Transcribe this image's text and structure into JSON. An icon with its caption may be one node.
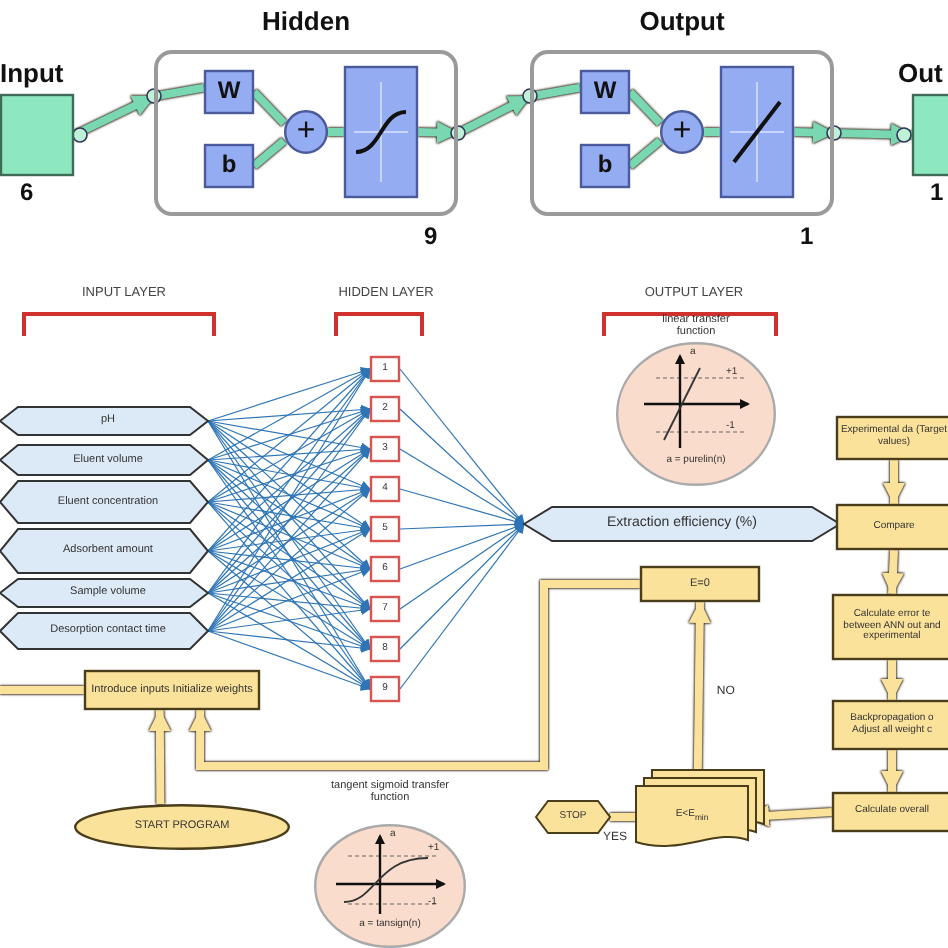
{
  "diagram": {
    "nodes": [
      {
        "text": [
          "Input"
        ],
        "beside": [
          "6"
        ]
      },
      {
        "text": [
          "Hidden"
        ],
        "beside": [
          "9"
        ]
      },
      {
        "text": [
          "W"
        ],
        "in": 1
      },
      {
        "text": [
          "b"
        ],
        "in": 1
      },
      {
        "text": [
          "+"
        ],
        "in": 1
      },
      {
        "text": [],
        "shape": "box",
        "in": 1
      },
      {
        "text": [
          "Output"
        ],
        "beside": [
          "1"
        ]
      },
      {
        "text": [
          "W"
        ],
        "in": 6
      },
      {
        "text": [
          "b"
        ],
        "in": 6
      },
      {
        "text": [
          "+"
        ],
        "in": 6
      },
      {
        "text": [],
        "shape": "box",
        "in": 6
      },
      {
        "text": [
          "Out"
        ],
        "beside": [
          "1"
        ]
      },
      {
        "text": [
          "pH"
        ]
      },
      {
        "text": [
          "Eluent volume"
        ]
      },
      {
        "text": [
          "Eluent concentration"
        ]
      },
      {
        "text": [
          "Adsorbent amount"
        ]
      },
      {
        "text": [
          "Sample volume"
        ]
      },
      {
        "text": [
          "Desorption contact time"
        ]
      },
      {
        "text": [
          "1"
        ]
      },
      {
        "text": [
          "2"
        ]
      },
      {
        "text": [
          "3"
        ]
      },
      {
        "text": [
          "4"
        ]
      },
      {
        "text": [
          "5"
        ]
      },
      {
        "text": [
          "6"
        ]
      },
      {
        "text": [
          "7"
        ]
      },
      {
        "text": [
          "8"
        ]
      },
      {
        "text": [
          "9"
        ]
      },
      {
        "text": [
          "linear transfer function",
          "a",
          "+1",
          "-1",
          "a = purelin(n)"
        ]
      },
      {
        "text": [
          "Extraction efficiency (%)"
        ]
      },
      {
        "text": [
          "Experimental da (Target values)"
        ]
      },
      {
        "text": [
          "Compare"
        ]
      },
      {
        "text": [
          "Calculate error te between ANN out and experimental"
        ]
      },
      {
        "text": [
          "Backpropagation o Adjust all weight c"
        ]
      },
      {
        "text": [
          "Calculate overall"
        ]
      },
      {
        "text": [
          "E<E$_{min}$"
        ]
      },
      {
        "text": [
          "E=0"
        ]
      },
      {
        "text": [
          "STOP"
        ]
      },
      {
        "text": [
          "Introduce inputs Initialize weights"
        ]
      },
      {
        "text": [
          "START PROGRAM"
        ]
      },
      {
        "text": [
          "tangent sigmoid transfer function",
          "a",
          "+1",
          "-1",
          "a = tansign(n)"
        ]
      }
    ],
    "edges": [
      {
        "from": 0,
        "to": 1,
        "arrow": "to",
        "style": "thick",
        "color": "#79d8b1"
      },
      {
        "from": 2,
        "to": 4,
        "arrow": "none",
        "style": "thick",
        "color": "#79d8b1"
      },
      {
        "from": 3,
        "to": 4,
        "arrow": "none",
        "style": "thick",
        "color": "#79d8b1"
      },
      {
        "from": 4,
        "to": 5,
        "arrow": "none",
        "style": "thick",
        "color": "#79d8b1"
      },
      {
        "from": 1,
        "to": 6,
        "arrow": "to",
        "style": "thick",
        "color": "#79d8b1"
      },
      {
        "from": 7,
        "to": 9,
        "arrow": "none",
        "style": "thick",
        "color": "#79d8b1"
      },
      {
        "from": 8,
        "to": 9,
        "arrow": "none",
        "style": "thick",
        "color": "#79d8b1"
      },
      {
        "from": 9,
        "to": 10,
        "arrow": "none",
        "style": "thick",
        "color": "#79d8b1"
      },
      {
        "from": 6,
        "to": 11,
        "arrow": "to",
        "style": "thick",
        "color": "#79d8b1"
      },
      {
        "from": 12,
        "to": 18,
        "arrow": "to"
      },
      {
        "from": 12,
        "to": 19,
        "arrow": "to"
      },
      {
        "from": 12,
        "to": 20,
        "arrow": "to"
      },
      {
        "from": 12,
        "to": 21,
        "arrow": "to"
      },
      {
        "from": 12,
        "to": 22,
        "arrow": "to"
      },
      {
        "from": 12,
        "to": 23,
        "arrow": "to"
      },
      {
        "from": 12,
        "to": 24,
        "arrow": "to"
      },
      {
        "from": 12,
        "to": 25,
        "arrow": "to"
      },
      {
        "from": 12,
        "to": 26,
        "arrow": "to"
      },
      {
        "from": 13,
        "to": 18,
        "arrow": "to"
      },
      {
        "from": 13,
        "to": 19,
        "arrow": "to"
      },
      {
        "from": 13,
        "to": 20,
        "arrow": "to"
      },
      {
        "from": 13,
        "to": 21,
        "arrow": "to"
      },
      {
        "from": 13,
        "to": 22,
        "arrow": "to"
      },
      {
        "from": 13,
        "to": 23,
        "arrow": "to"
      },
      {
        "from": 13,
        "to": 24,
        "arrow": "to"
      },
      {
        "from": 13,
        "to": 25,
        "arrow": "to"
      },
      {
        "from": 13,
        "to": 26,
        "arrow": "to"
      },
      {
        "from": 14,
        "to": 18,
        "arrow": "to"
      },
      {
        "from": 14,
        "to": 19,
        "arrow": "to"
      },
      {
        "from": 14,
        "to": 20,
        "arrow": "to"
      },
      {
        "from": 14,
        "to": 21,
        "arrow": "to"
      },
      {
        "from": 14,
        "to": 22,
        "arrow": "to"
      },
      {
        "from": 14,
        "to": 23,
        "arrow": "to"
      },
      {
        "from": 14,
        "to": 24,
        "arrow": "to"
      },
      {
        "from": 14,
        "to": 25,
        "arrow": "to"
      },
      {
        "from": 14,
        "to": 26,
        "arrow": "to"
      },
      {
        "from": 15,
        "to": 18,
        "arrow": "to"
      },
      {
        "from": 15,
        "to": 19,
        "arrow": "to"
      },
      {
        "from": 15,
        "to": 20,
        "arrow": "to"
      },
      {
        "from": 15,
        "to": 21,
        "arrow": "to"
      },
      {
        "from": 15,
        "to": 22,
        "arrow": "to"
      },
      {
        "from": 15,
        "to": 23,
        "arrow": "to"
      },
      {
        "from": 15,
        "to": 24,
        "arrow": "to"
      },
      {
        "from": 15,
        "to": 25,
        "arrow": "to"
      },
      {
        "from": 15,
        "to": 26,
        "arrow": "to"
      },
      {
        "from": 16,
        "to": 18,
        "arrow": "to"
      },
      {
        "from": 16,
        "to": 19,
        "arrow": "to"
      },
      {
        "from": 16,
        "to": 20,
        "arrow": "to"
      },
      {
        "from": 16,
        "to": 21,
        "arrow": "to"
      },
      {
        "from": 16,
        "to": 22,
        "arrow": "to"
      },
      {
        "from": 16,
        "to": 23,
        "arrow": "to"
      },
      {
        "from": 16,
        "to": 24,
        "arrow": "to"
      },
      {
        "from": 16,
        "to": 25,
        "arrow": "to"
      },
      {
        "from": 16,
        "to": 26,
        "arrow": "to"
      },
      {
        "from": 17,
        "to": 18,
        "arrow": "to"
      },
      {
        "from": 17,
        "to": 19,
        "arrow": "to"
      },
      {
        "from": 17,
        "to": 20,
        "arrow": "to"
      },
      {
        "from": 17,
        "to": 21,
        "arrow": "to"
      },
      {
        "from": 17,
        "to": 22,
        "arrow": "to"
      },
      {
        "from": 17,
        "to": 23,
        "arrow": "to"
      },
      {
        "from": 17,
        "to": 24,
        "arrow": "to"
      },
      {
        "from": 17,
        "to": 25,
        "arrow": "to"
      },
      {
        "from": 17,
        "to": 26,
        "arrow": "to"
      },
      {
        "from": 18,
        "to": 28,
        "arrow": "to"
      },
      {
        "from": 19,
        "to": 28,
        "arrow": "to"
      },
      {
        "from": 20,
        "to": 28,
        "arrow": "to"
      },
      {
        "from": 21,
        "to": 28,
        "arrow": "to"
      },
      {
        "from": 22,
        "to": 28,
        "arrow": "to"
      },
      {
        "from": 23,
        "to": 28,
        "arrow": "to"
      },
      {
        "from": 24,
        "to": 28,
        "arrow": "to"
      },
      {
        "from": 25,
        "to": 28,
        "arrow": "to"
      },
      {
        "from": 26,
        "to": 28,
        "arrow": "to"
      },
      {
        "from": 29,
        "to": 30,
        "arrow": "to",
        "style": "thick",
        "color": "#fbe29b"
      },
      {
        "from": 30,
        "to": 31,
        "arrow": "to",
        "style": "thick",
        "color": "#fbe29b"
      },
      {
        "from": 31,
        "to": 32,
        "arrow": "to",
        "style": "thick",
        "color": "#fbe29b"
      },
      {
        "from": 32,
        "to": 33,
        "arrow": "to",
        "style": "thick",
        "color": "#fbe29b"
      },
      {
        "from": 33,
        "to": 34,
        "arrow": "to",
        "style": "thick",
        "color": "#fbe29b"
      },
      {
        "from": 34,
        "to": 35,
        "arrow": "to",
        "label": "NO",
        "style": "thick",
        "color": "#fbe29b"
      },
      {
        "from": 34,
        "to": 36,
        "arrow": "none",
        "label": "YES",
        "style": "thick",
        "color": "#fbe29b"
      },
      {
        "from": 35,
        "to": 37,
        "arrow": "to",
        "style": "thick",
        "color": "#fbe29b"
      },
      {
        "from": 38,
        "to": 37,
        "arrow": "to",
        "style": "thick",
        "color": "#fbe29b"
      },
      {
        "from": 37,
        "to": null,
        "arrow": "none",
        "style": "thick",
        "color": "#fbe29b"
      },
      {
        "from": 1,
        "to": 2,
        "arrow": "none",
        "style": "thick",
        "color": "#79d8b1"
      },
      {
        "from": 5,
        "to": 1,
        "arrow": "to",
        "style": "thick",
        "color": "#79d8b1"
      },
      {
        "from": 6,
        "to": 7,
        "arrow": "none",
        "style": "thick",
        "color": "#79d8b1"
      },
      {
        "from": 10,
        "to": 6,
        "arrow": "to",
        "style": "thick",
        "color": "#79d8b1"
      }
    ],
    "labels": [
      "INPUT LAYER",
      "HIDDEN LAYER",
      "OUTPUT LAYER"
    ]
  }
}
